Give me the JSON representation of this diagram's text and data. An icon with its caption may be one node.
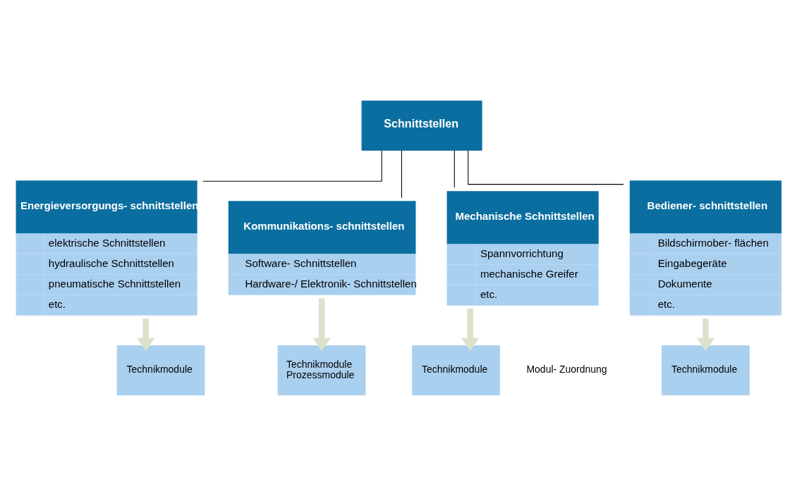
{
  "diagram": {
    "nodes": [
      {
        "text": [
          "Schnittstellen"
        ]
      },
      {
        "text": [
          "Energieversorgungs- schnittstellen",
          "elektrische Schnittstellen",
          "hydraulische Schnittstellen",
          "pneumatische Schnittstellen",
          "etc."
        ]
      },
      {
        "text": [
          "Kommunikations- schnittstellen",
          "Software- Schnittstellen",
          "Hardware-/ Elektronik- Schnittstellen"
        ]
      },
      {
        "text": [
          "Mechanische Schnittstellen",
          "Spannvorrichtung",
          "mechanische Greifer",
          "etc."
        ]
      },
      {
        "text": [
          "Bediener- schnittstellen",
          "Bildschirmober- flächen",
          "Eingabegeräte",
          "Dokumente",
          "etc."
        ]
      },
      {
        "text": [
          "Technikmodule"
        ]
      },
      {
        "text": [
          "Technikmodule",
          "Prozessmodule"
        ]
      },
      {
        "text": [
          "Technikmodule"
        ]
      },
      {
        "text": [
          "Technikmodule"
        ]
      }
    ],
    "edges": [
      {
        "from": 0,
        "to": 1,
        "arrow": "none"
      },
      {
        "from": 0,
        "to": 2,
        "arrow": "none"
      },
      {
        "from": 0,
        "to": 3,
        "arrow": "none"
      },
      {
        "from": 0,
        "to": 4,
        "arrow": "none"
      },
      {
        "from": 1,
        "to": 5,
        "arrow": "to",
        "style": "thick",
        "color": "#dde2cb"
      },
      {
        "from": 2,
        "to": 6,
        "arrow": "to",
        "style": "thick",
        "color": "#dde2cb"
      },
      {
        "from": 3,
        "to": 7,
        "arrow": "to",
        "style": "thick",
        "color": "#dde2cb"
      },
      {
        "from": 4,
        "to": 8,
        "arrow": "to",
        "style": "thick",
        "color": "#dde2cb"
      }
    ],
    "labels": [
      "Modul- Zuordnung"
    ]
  }
}
